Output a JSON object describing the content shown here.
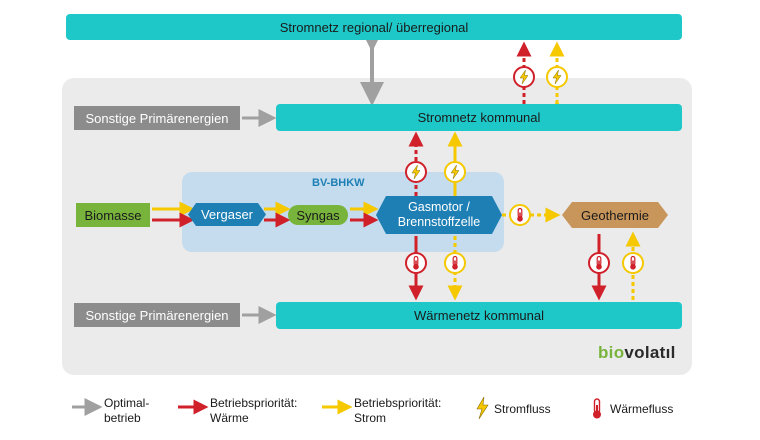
{
  "nodes": {
    "grid_regional": "Stromnetz regional/ überregional",
    "other_primary_top": "Sonstige Primärenergien",
    "grid_municipal": "Stromnetz kommunal",
    "bhkw": "BV-BHKW",
    "biomass": "Biomasse",
    "gasifier": "Vergaser",
    "syngas": "Syngas",
    "engine_line1": "Gasmotor /",
    "engine_line2": "Brennstoffzelle",
    "geothermal": "Geothermie",
    "other_primary_bottom": "Sonstige Primärenergien",
    "heat_municipal": "Wärmenetz kommunal"
  },
  "logo": {
    "part1": "bio",
    "part2": "volatıl"
  },
  "legend": {
    "optimal_line1": "Optimal-",
    "optimal_line2": "betrieb",
    "heat_prio_line1": "Betriebspriorität:",
    "heat_prio_line2": "Wärme",
    "power_prio_line1": "Betriebspriorität:",
    "power_prio_line2": "Strom",
    "power_flow": "Stromfluss",
    "heat_flow": "Wärmefluss"
  },
  "colors": {
    "teal": "#1ec8c8",
    "grey_arrow": "#a0a0a0",
    "red_arrow": "#d0202a",
    "yellow_arrow": "#f5c800",
    "green": "#78b43c",
    "blue": "#1e7fb4",
    "brown": "#c8965a",
    "panel": "#ebebeb",
    "bhkw_panel": "#c4dcee"
  },
  "icons": [
    "lightning-icon",
    "thermometer-icon"
  ]
}
